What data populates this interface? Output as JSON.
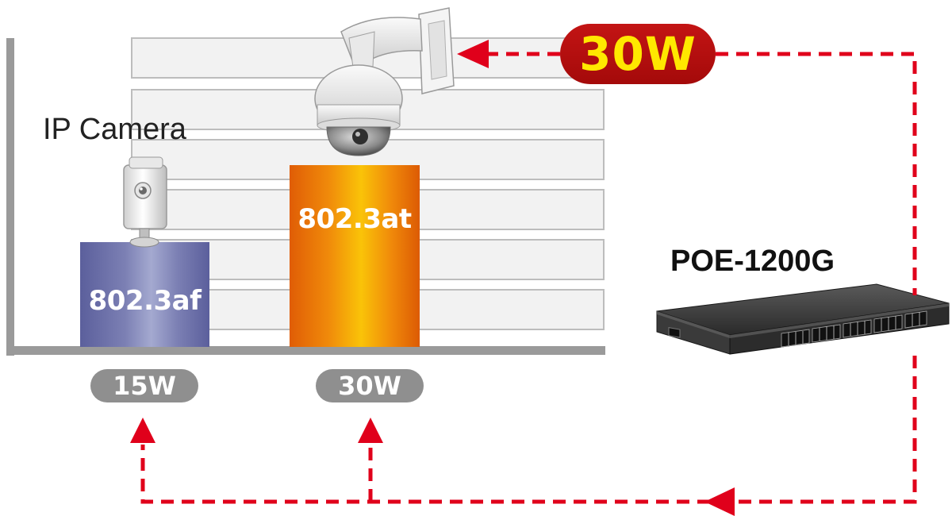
{
  "camera_label": "IP Camera",
  "switch_label": "POE-1200G",
  "standard_af": "802.3af",
  "standard_at": "802.3at",
  "power_af": "15W",
  "power_at": "30W",
  "power_highlight": "30W",
  "colors": {
    "arrow_red": "#e0001b",
    "af_bar": "#7c80b4",
    "at_bar": "#f5a20a",
    "highlight_pill": "#b50f0f",
    "highlight_text": "#ffe800",
    "grey_pill": "#8f8f8f"
  },
  "icons": [
    "ip-camera-icon",
    "ptz-dome-camera-icon",
    "poe-switch-icon"
  ]
}
